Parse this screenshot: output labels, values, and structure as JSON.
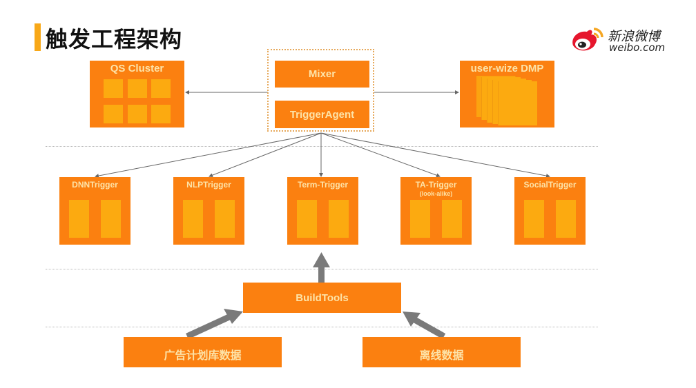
{
  "title": "触发工程架构",
  "logo": {
    "name_cn": "新浪微博",
    "name_en": "weibo.com",
    "icon": "weibo-eye-icon"
  },
  "colors": {
    "box": "#fb8010",
    "tile": "#fcaa10",
    "label": "#fde3a8",
    "accent": "#f8a818",
    "arrow": "#7a7a7a"
  },
  "top_row": {
    "qs_cluster": {
      "label": "QS Cluster"
    },
    "agent_group": {
      "mixer": "Mixer",
      "trigger_agent": "TriggerAgent"
    },
    "dmp": {
      "label": "user-wize DMP"
    }
  },
  "triggers": [
    {
      "label": "DNNTrigger",
      "sub": ""
    },
    {
      "label": "NLPTrigger",
      "sub": ""
    },
    {
      "label": "Term-Trigger",
      "sub": ""
    },
    {
      "label": "TA-Trigger",
      "sub": "(look-alike)"
    },
    {
      "label": "SocialTrigger",
      "sub": ""
    }
  ],
  "build_tools": {
    "label": "BuildTools"
  },
  "sources": [
    {
      "label": "广告计划库数据"
    },
    {
      "label": "离线数据"
    }
  ],
  "edges": [
    {
      "from": "TriggerAgent",
      "to": "QS Cluster"
    },
    {
      "from": "TriggerAgent",
      "to": "user-wize DMP"
    },
    {
      "from": "TriggerAgent",
      "to": "DNNTrigger"
    },
    {
      "from": "TriggerAgent",
      "to": "NLPTrigger"
    },
    {
      "from": "TriggerAgent",
      "to": "Term-Trigger"
    },
    {
      "from": "TriggerAgent",
      "to": "TA-Trigger"
    },
    {
      "from": "TriggerAgent",
      "to": "SocialTrigger"
    },
    {
      "from": "BuildTools",
      "to": "Term-Trigger"
    },
    {
      "from": "广告计划库数据",
      "to": "BuildTools"
    },
    {
      "from": "离线数据",
      "to": "BuildTools"
    }
  ]
}
